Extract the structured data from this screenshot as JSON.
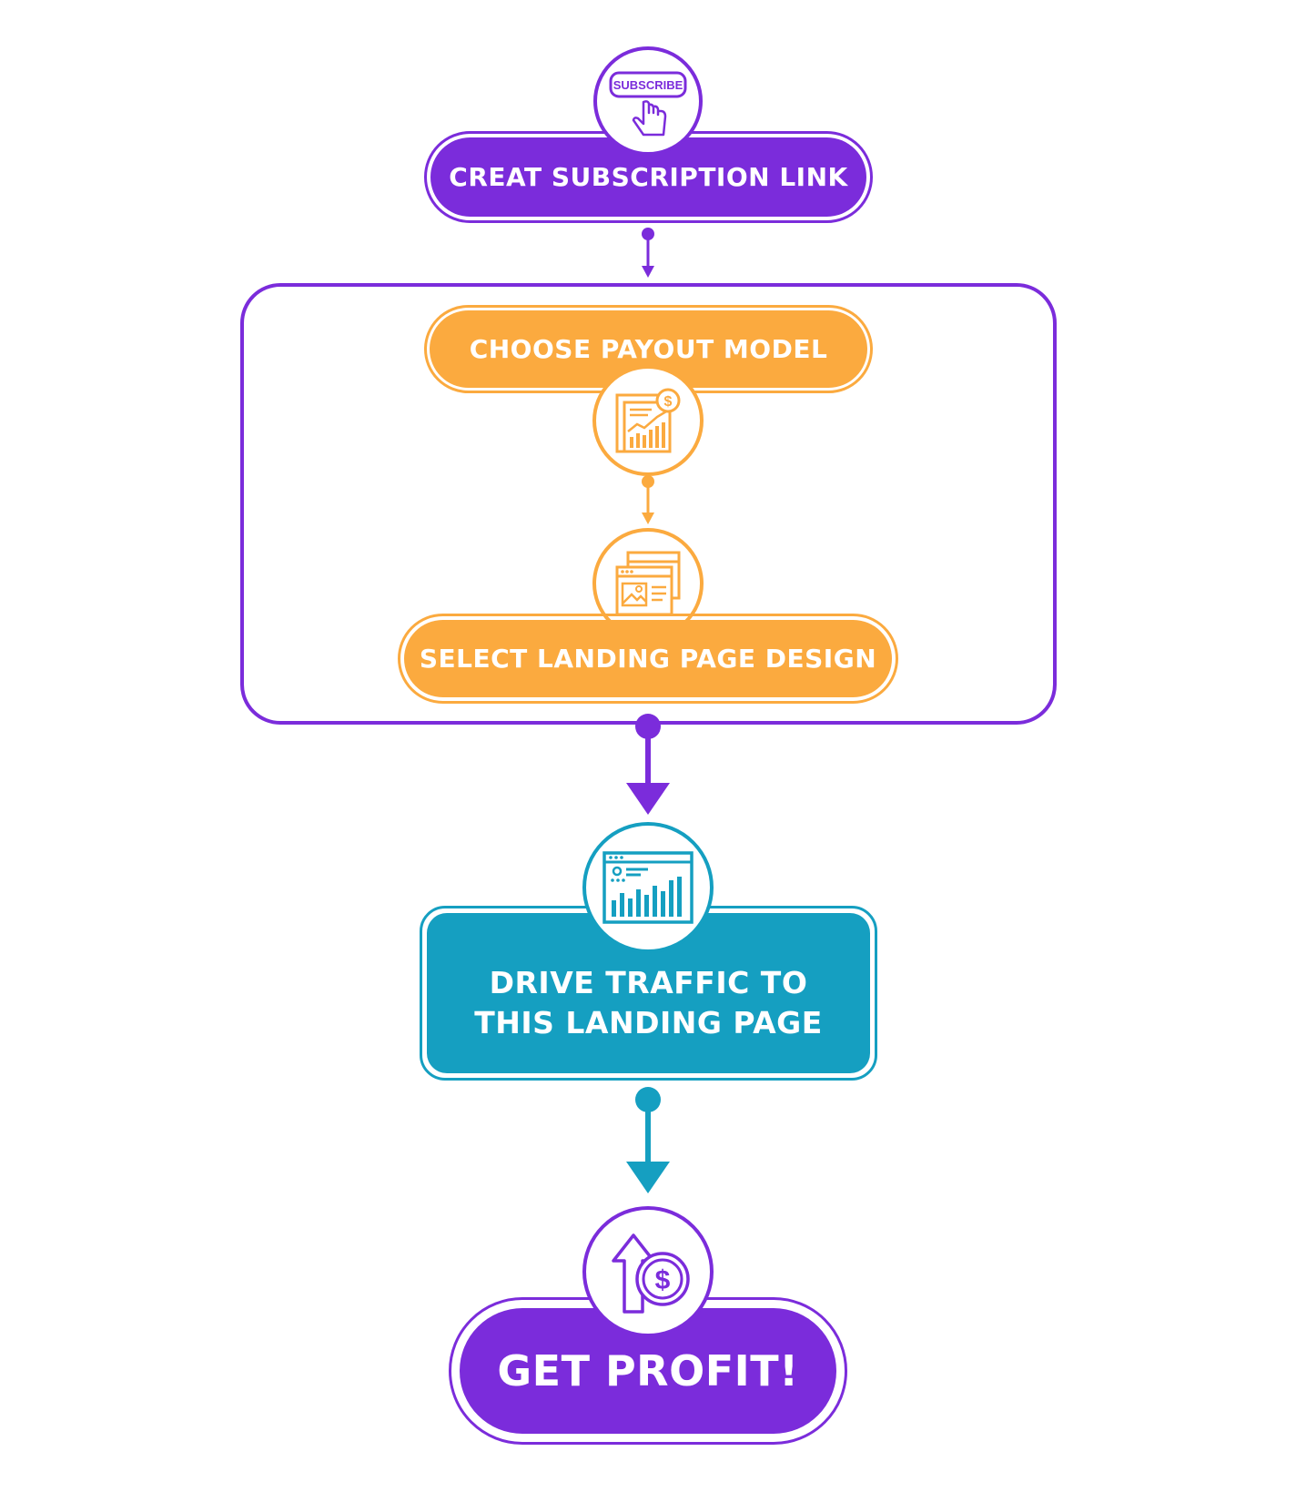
{
  "colors": {
    "purple": "#7B2CDB",
    "orange": "#FBAA3F",
    "teal": "#159FC1",
    "white": "#FFFFFF"
  },
  "steps": {
    "subscription": {
      "label": "CREAT SUBSCRIPTION LINK",
      "icon": "subscribe-click-icon",
      "icon_text": "SUBSCRIBE"
    },
    "payout": {
      "label": "CHOOSE PAYOUT MODEL",
      "icon": "payout-report-icon",
      "icon_text": "$"
    },
    "landing": {
      "label": "SELECT LANDING PAGE DESIGN",
      "icon": "landing-page-icon"
    },
    "traffic": {
      "label_line1": "DRIVE TRAFFIC TO",
      "label_line2": "THIS LANDING PAGE",
      "icon": "traffic-analytics-icon"
    },
    "profit": {
      "label": "GET PROFIT!",
      "icon": "profit-up-icon",
      "icon_text": "$"
    }
  }
}
